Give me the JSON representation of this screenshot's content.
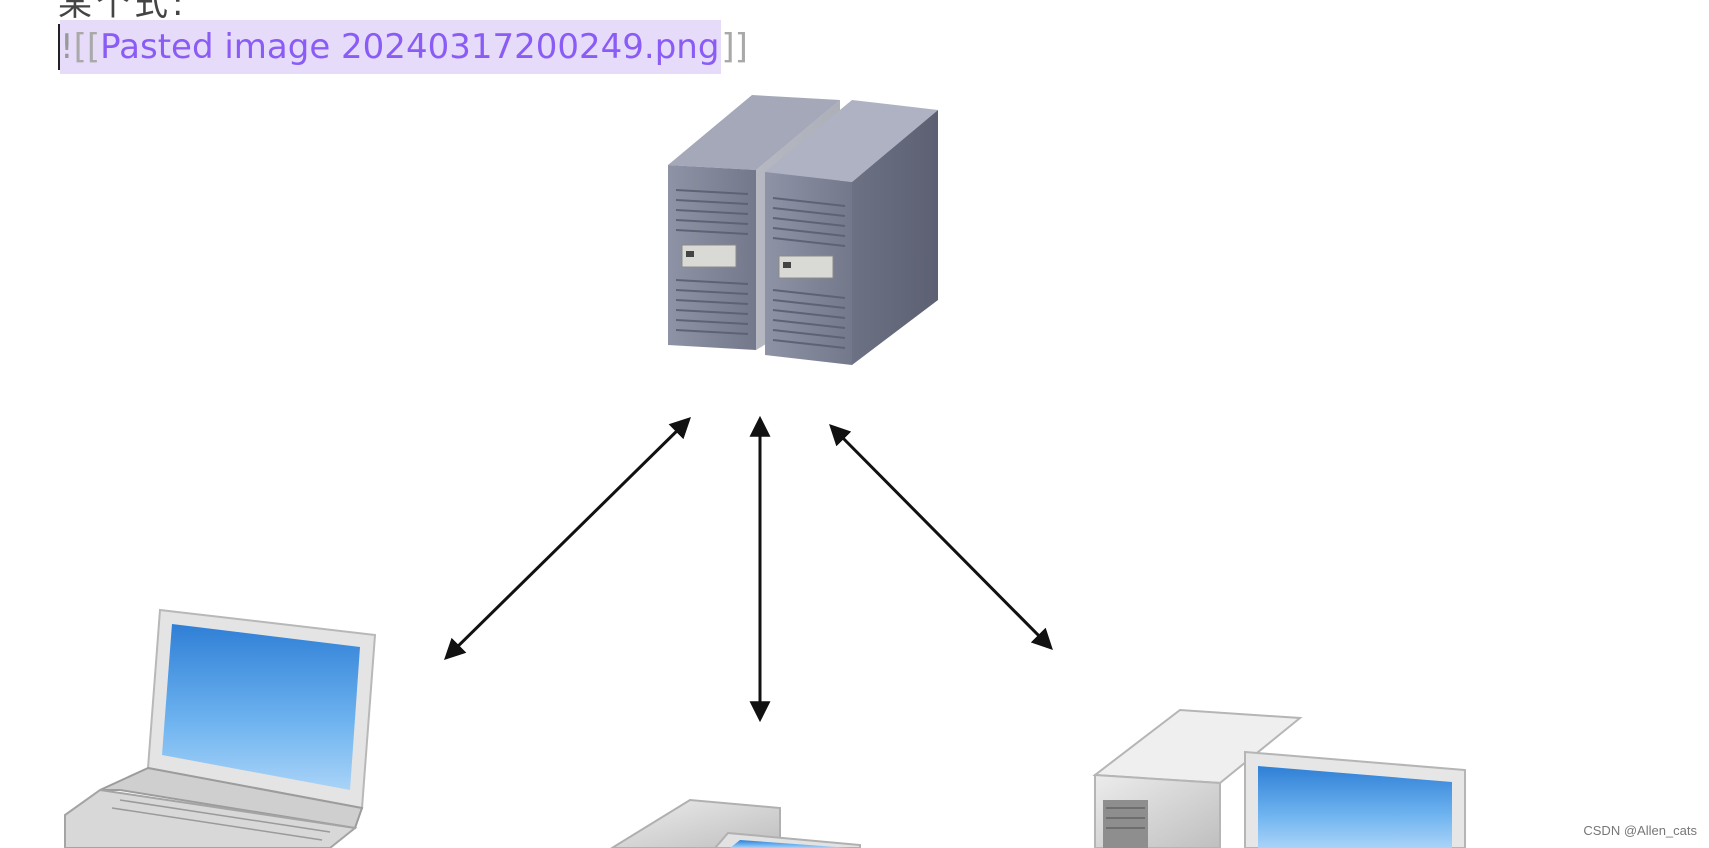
{
  "editor": {
    "top_text": "某个式:",
    "embed": {
      "bang": "!",
      "open": "[[",
      "filename": "Pasted image 20240317200249.png",
      "close": "]]"
    }
  },
  "diagram": {
    "nodes": [
      {
        "id": "server",
        "icon": "server-tower-icon"
      },
      {
        "id": "laptop",
        "icon": "laptop-icon"
      },
      {
        "id": "workstation-center",
        "icon": "desktop-computer-icon"
      },
      {
        "id": "desktop-right",
        "icon": "desktop-computer-icon"
      }
    ],
    "edges": [
      {
        "from": "server",
        "to": "laptop",
        "direction": "bidirectional"
      },
      {
        "from": "server",
        "to": "workstation-center",
        "direction": "bidirectional"
      },
      {
        "from": "server",
        "to": "desktop-right",
        "direction": "bidirectional"
      }
    ],
    "colors": {
      "server_body": "#7a7f92",
      "screen": "#4f9be6",
      "arrow": "#111111"
    }
  },
  "watermark": "CSDN @Allen_cats"
}
